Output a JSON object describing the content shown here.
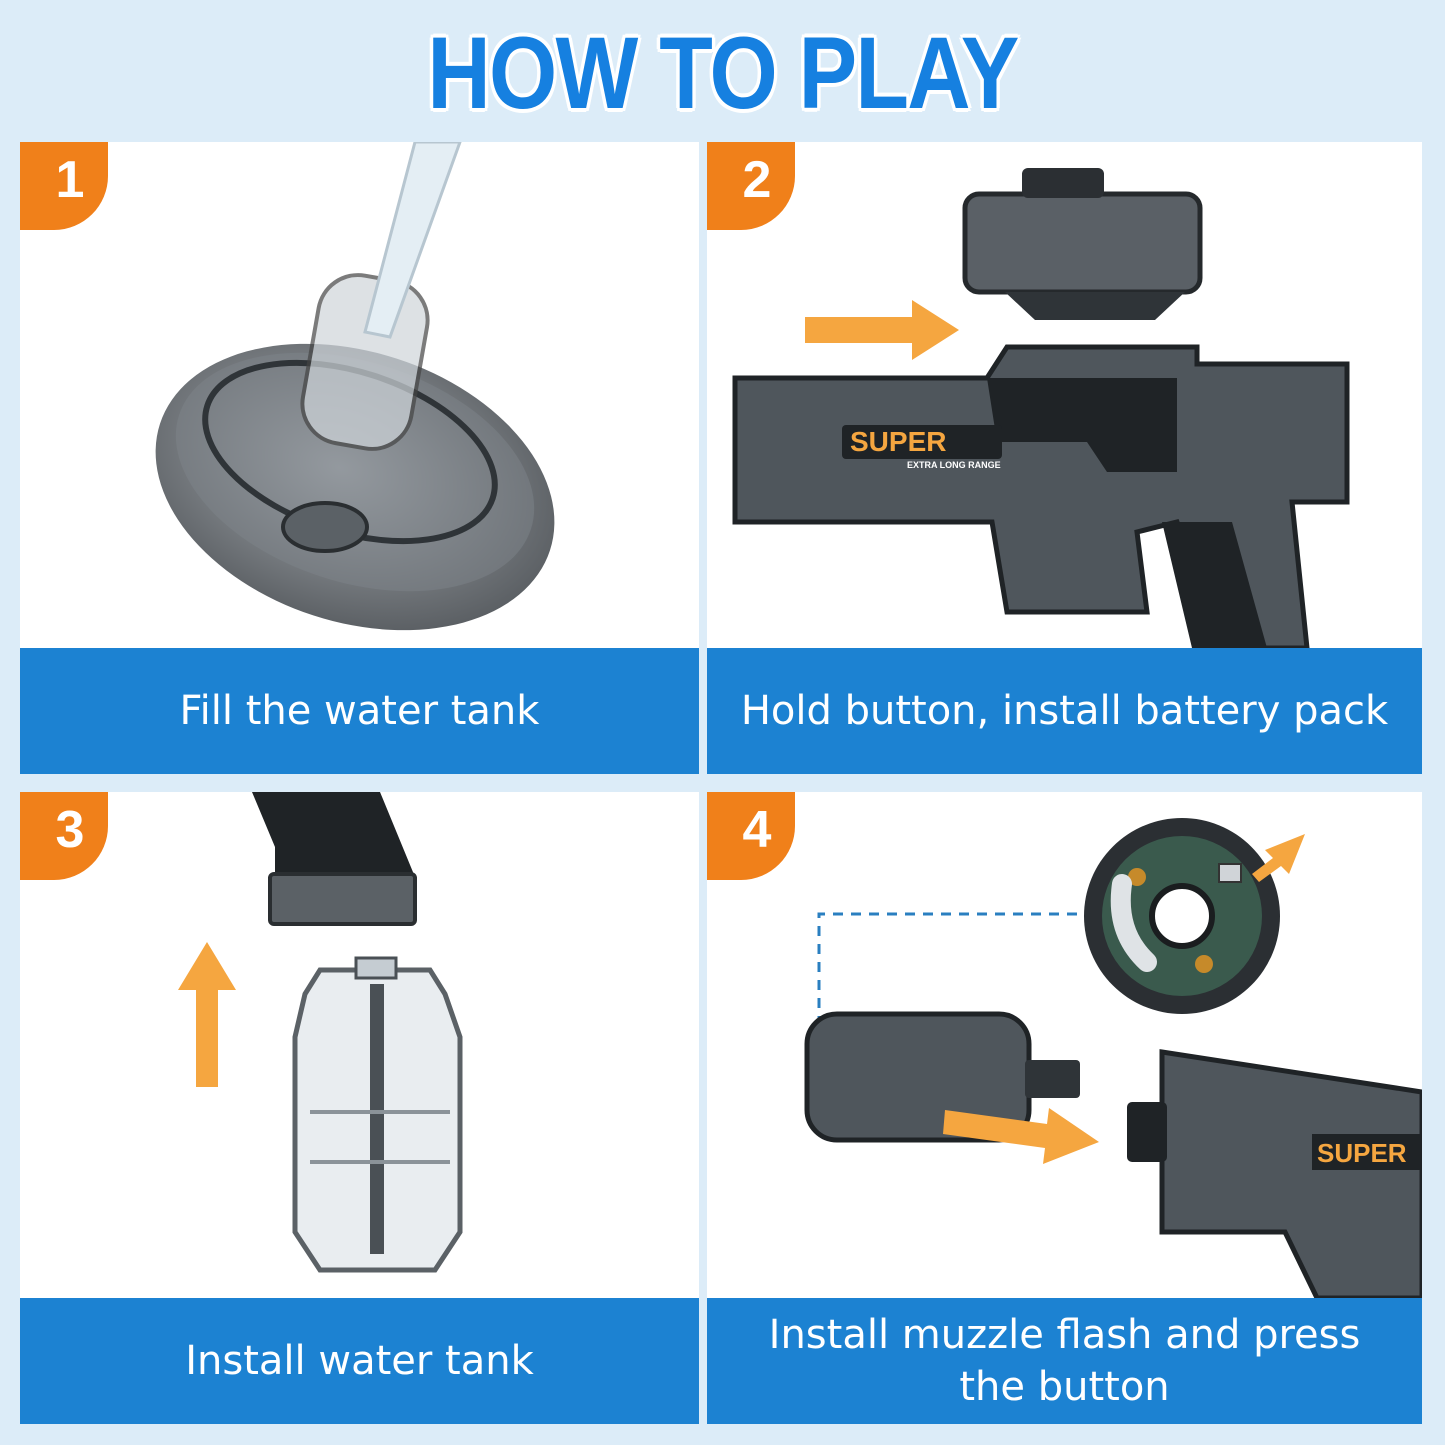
{
  "page": {
    "title": "HOW TO PLAY"
  },
  "steps": [
    {
      "number": "1",
      "caption": "Fill the water tank"
    },
    {
      "number": "2",
      "caption": "Hold button, install battery pack"
    },
    {
      "number": "3",
      "caption": "Install water tank"
    },
    {
      "number": "4",
      "caption": "Install muzzle flash and press the button"
    }
  ],
  "colors": {
    "background": "#dcecf8",
    "title": "#1680e0",
    "badge": "#f0801a",
    "caption_bar": "#1c82d2",
    "arrow": "#f5a640"
  },
  "illustrations": {
    "step1": "water-tank-drum-icon",
    "step2": "scope-and-blaster-icon",
    "step3": "water-tank-magazine-icon",
    "step4": "muzzle-flash-icon"
  },
  "product_labels": {
    "brand": "SUPER",
    "subtitle": "EXTRA LONG RANGE"
  }
}
